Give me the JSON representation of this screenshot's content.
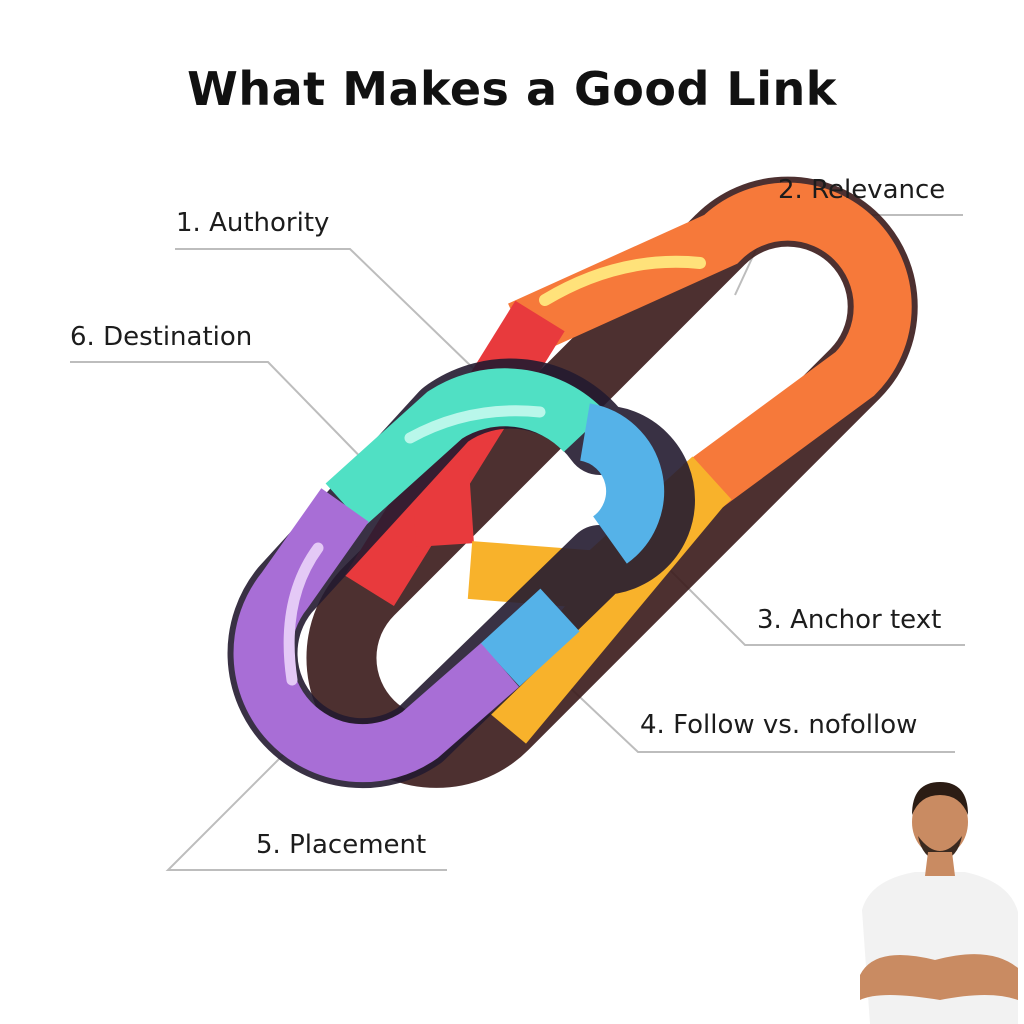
{
  "title": "What Makes a Good Link",
  "labels": {
    "authority": "1. Authority",
    "relevance": "2. Relevance",
    "anchor_text": "3. Anchor text",
    "follow": "4. Follow vs. nofollow",
    "placement": "5. Placement",
    "destination": "6. Destination"
  },
  "colors": {
    "red": "#e83a3d",
    "orange": "#f6793a",
    "yellow": "#f8b22b",
    "teal": "#50e0c4",
    "blue": "#55b2e8",
    "purple": "#a86ed6",
    "leader_line": "#bdbdbd"
  }
}
